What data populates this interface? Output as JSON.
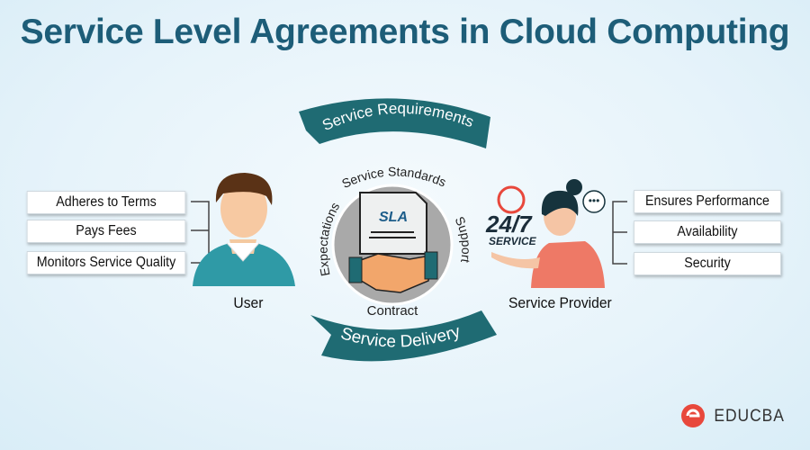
{
  "title": "Service Level Agreements in Cloud Computing",
  "user": {
    "label": "User",
    "duties": [
      "Adheres to Terms",
      "Pays Fees",
      "Monitors Service Quality"
    ]
  },
  "provider": {
    "label": "Service Provider",
    "badge_number": "24/7",
    "badge_text": "SERVICE",
    "duties": [
      "Ensures Performance",
      "Availability",
      "Security"
    ]
  },
  "center": {
    "document_label": "SLA",
    "top_banner": "Service Requirements",
    "bottom_banner": "Service Delivery",
    "ring_labels": {
      "top": "Service Standards",
      "left": "Expectations",
      "right": "Support",
      "bottom": "Contract"
    }
  },
  "brand": {
    "name": "EDUCBA"
  },
  "colors": {
    "title": "#1d5d78",
    "banner": "#1f6b73",
    "accent": "#e8483c"
  }
}
